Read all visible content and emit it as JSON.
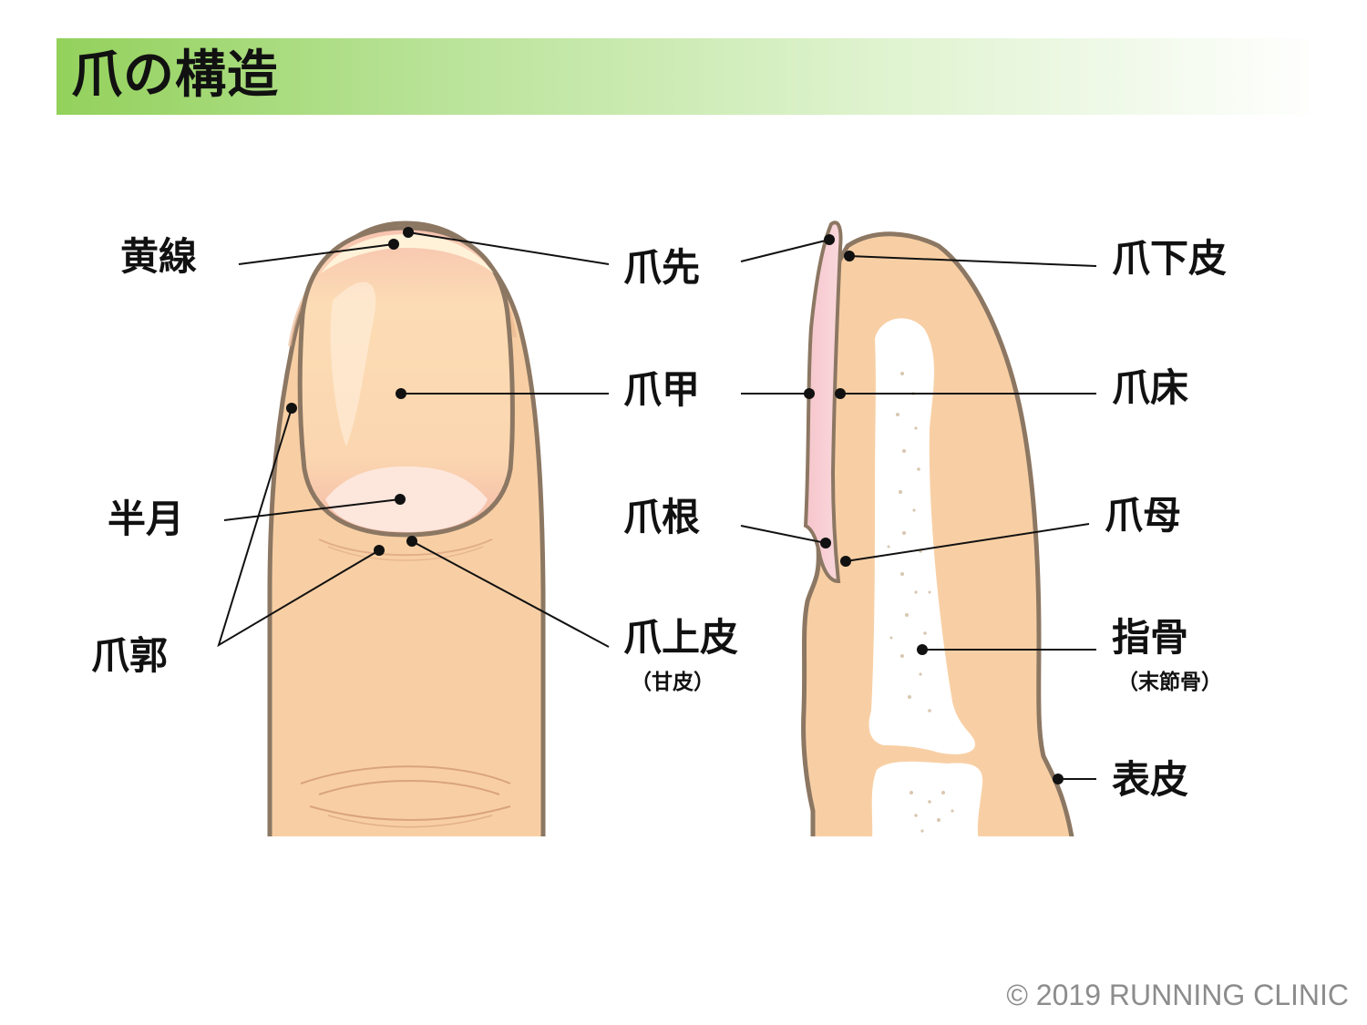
{
  "title": "爪の構造",
  "colors": {
    "title_bar_start": "#93d15c",
    "skin": "#f8cfa4",
    "skin_outline": "#8c7763",
    "nail": "#fcdcb4",
    "nail_pink": "#f4b8a8",
    "lunula": "#fde8de",
    "bone": "#ffffff",
    "leader": "#111111"
  },
  "front_view": {
    "labels": {
      "yellow_line": "黄線",
      "free_edge": "爪先",
      "nail_body": "爪甲",
      "lunula": "半月",
      "nail_fold": "爪郭",
      "eponychium": "爪上皮",
      "eponychium_note": "（甘皮）"
    }
  },
  "side_view": {
    "labels": {
      "hyponychium": "爪下皮",
      "nail_bed": "爪床",
      "nail_root": "爪根",
      "nail_matrix": "爪母",
      "phalanx": "指骨",
      "phalanx_note": "（末節骨）",
      "epidermis": "表皮"
    }
  },
  "copyright": "© 2019 RUNNING CLINIC"
}
